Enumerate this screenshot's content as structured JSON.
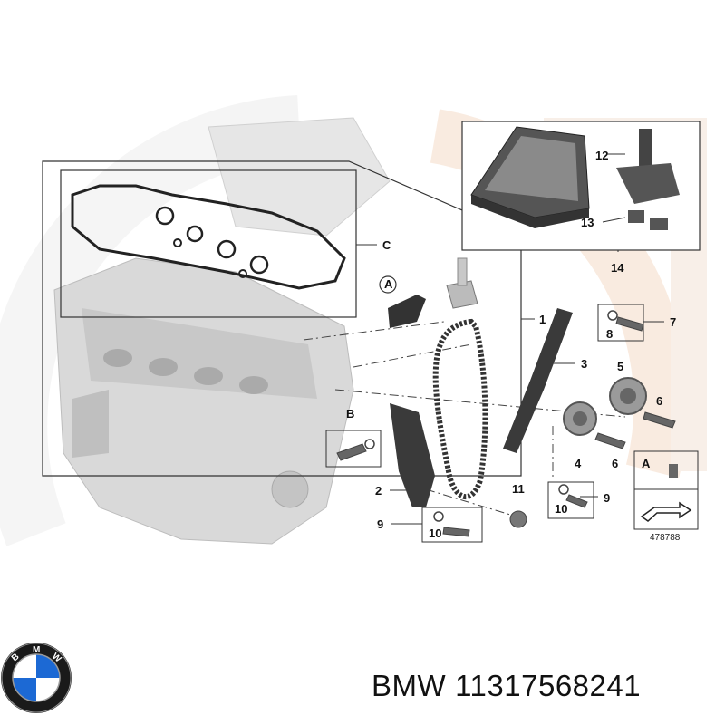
{
  "diagram": {
    "part_labels": {
      "p1": "1",
      "p2": "2",
      "p3": "3",
      "p4": "4",
      "p5": "5",
      "p6a": "6",
      "p6b": "6",
      "p7": "7",
      "p8": "8",
      "p9a": "9",
      "p9b": "9",
      "p10a": "10",
      "p10b": "10",
      "p11": "11",
      "p12": "12",
      "p13": "13",
      "p14": "14"
    },
    "letter_labels": {
      "a_circle": "A",
      "a_box": "A",
      "b": "B",
      "c": "C"
    },
    "reference_number": "478788"
  },
  "caption": {
    "brand": "BMW",
    "part_number": "11317568241"
  },
  "logo": {
    "letters": [
      "B",
      "M",
      "W"
    ],
    "colors": {
      "blue": "#1c69d4",
      "ring": "#1a1a1a",
      "white": "#ffffff"
    }
  }
}
